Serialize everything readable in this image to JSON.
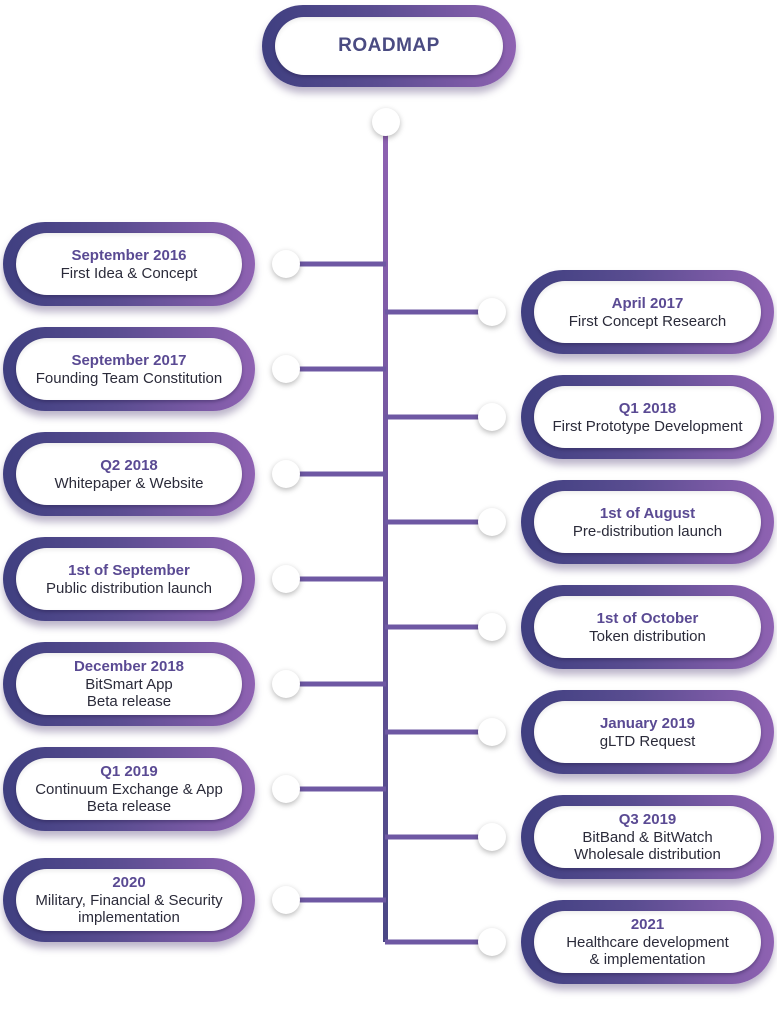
{
  "title": "ROADMAP",
  "colors": {
    "gradient_start": "#3f3f80",
    "gradient_end": "#8f62b2",
    "date_text": "#5a4a93",
    "desc_text": "#2b2b3a"
  },
  "milestones_left": [
    {
      "date": "September 2016",
      "lines": [
        "First Idea & Concept"
      ]
    },
    {
      "date": "September 2017",
      "lines": [
        "Founding Team Constitution"
      ]
    },
    {
      "date": "Q2  2018",
      "lines": [
        "Whitepaper & Website"
      ]
    },
    {
      "date": "1st of September",
      "lines": [
        "Public distribution launch"
      ]
    },
    {
      "date": "December 2018",
      "lines": [
        "BitSmart App",
        "Beta release"
      ]
    },
    {
      "date": "Q1 2019",
      "lines": [
        "Continuum Exchange & App",
        "Beta release"
      ]
    },
    {
      "date": "2020",
      "lines": [
        "Military, Financial & Security",
        "implementation"
      ]
    }
  ],
  "milestones_right": [
    {
      "date": "April 2017",
      "lines": [
        "First Concept Research"
      ]
    },
    {
      "date": "Q1 2018",
      "lines": [
        "First Prototype Development"
      ]
    },
    {
      "date": "1st of August",
      "lines": [
        "Pre-distribution launch"
      ]
    },
    {
      "date": "1st of October",
      "lines": [
        "Token distribution"
      ]
    },
    {
      "date": "January 2019",
      "lines": [
        "gLTD Request"
      ]
    },
    {
      "date": "Q3 2019",
      "lines": [
        "BitBand & BitWatch",
        "Wholesale distribution"
      ]
    },
    {
      "date": "2021",
      "lines": [
        "Healthcare development",
        "& implementation"
      ]
    }
  ]
}
